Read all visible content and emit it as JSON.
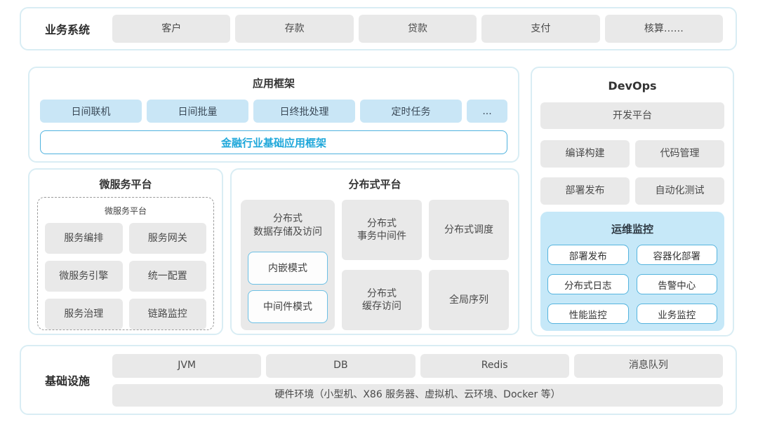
{
  "colors": {
    "panel_border": "#d9edf4",
    "gray_box_bg": "#e9e9e9",
    "blue_box_bg": "#c9e6f6",
    "monitor_bg": "#c6e8f8",
    "accent_blue_text": "#1ea7da",
    "accent_blue_border": "#55b4de"
  },
  "business_layer": {
    "label": "业务系统",
    "items": [
      "客户",
      "存款",
      "贷款",
      "支付",
      "核算……"
    ]
  },
  "app_framework": {
    "title": "应用框架",
    "modules": [
      "日间联机",
      "日间批量",
      "日终批处理",
      "定时任务",
      "..."
    ],
    "base_framework": "金融行业基础应用框架"
  },
  "microservice": {
    "title": "微服务平台",
    "inner_title": "微服务平台",
    "items": [
      "服务编排",
      "服务网关",
      "微服务引擎",
      "统一配置",
      "服务治理",
      "链路监控"
    ]
  },
  "distributed": {
    "title": "分布式平台",
    "storage": {
      "line1": "分布式",
      "line2": "数据存储及访问",
      "modes": [
        "内嵌模式",
        "中间件模式"
      ]
    },
    "transaction": {
      "line1": "分布式",
      "line2": "事务中间件"
    },
    "scheduling": "分布式调度",
    "cache": {
      "line1": "分布式",
      "line2": "缓存访问"
    },
    "sequence": "全局序列"
  },
  "devops": {
    "title": "DevOps",
    "platform": "开发平台",
    "tools": [
      "编译构建",
      "代码管理",
      "部署发布",
      "自动化测试"
    ],
    "monitoring": {
      "title": "运维监控",
      "items": [
        "部署发布",
        "容器化部署",
        "分布式日志",
        "告警中心",
        "性能监控",
        "业务监控"
      ]
    }
  },
  "infrastructure": {
    "label": "基础设施",
    "items": [
      "JVM",
      "DB",
      "Redis",
      "消息队列"
    ],
    "hardware": "硬件环境（小型机、X86 服务器、虚拟机、云环境、Docker 等）"
  }
}
